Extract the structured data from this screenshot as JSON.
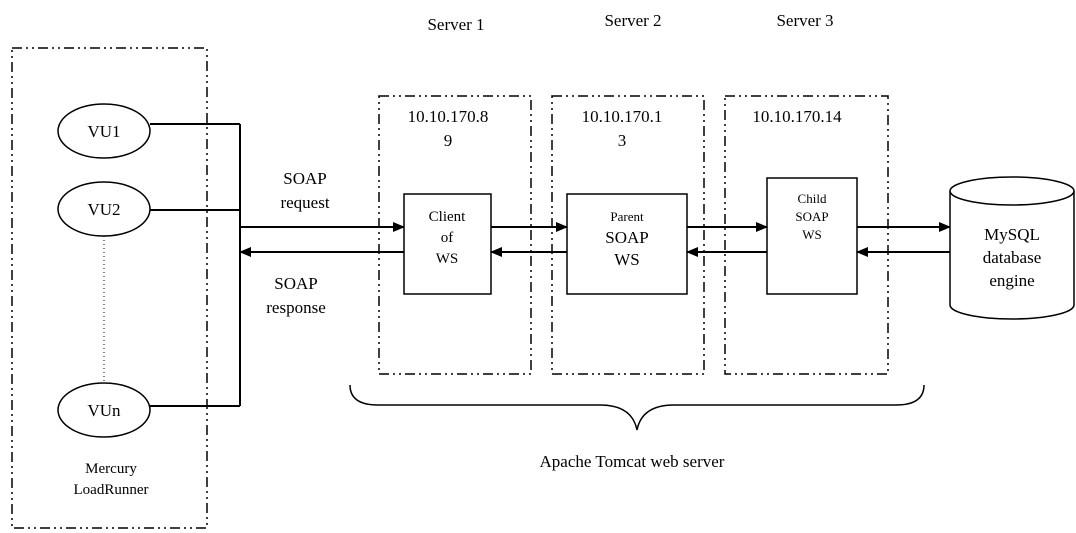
{
  "servers": [
    {
      "title": "Server 1",
      "ip_lines": [
        "10.10.170.8",
        "9"
      ],
      "component_lines": [
        "Client",
        "of",
        "WS"
      ]
    },
    {
      "title": "Server 2",
      "ip_lines": [
        "10.10.170.1",
        "3"
      ],
      "component_lines": [
        "Parent",
        "SOAP",
        "WS"
      ]
    },
    {
      "title": "Server 3",
      "ip_lines": [
        "10.10.170.14"
      ],
      "component_lines": [
        "Child",
        "SOAP",
        "WS"
      ]
    }
  ],
  "virtual_users": [
    "VU1",
    "VU2",
    "VUn"
  ],
  "loadrunner": {
    "lines": [
      "Mercury",
      "LoadRunner"
    ]
  },
  "soap_request": [
    "SOAP",
    "request"
  ],
  "soap_response": [
    "SOAP",
    "response"
  ],
  "database": {
    "lines": [
      "MySQL",
      "database",
      "engine"
    ]
  },
  "tomcat_label": "Apache Tomcat web server"
}
